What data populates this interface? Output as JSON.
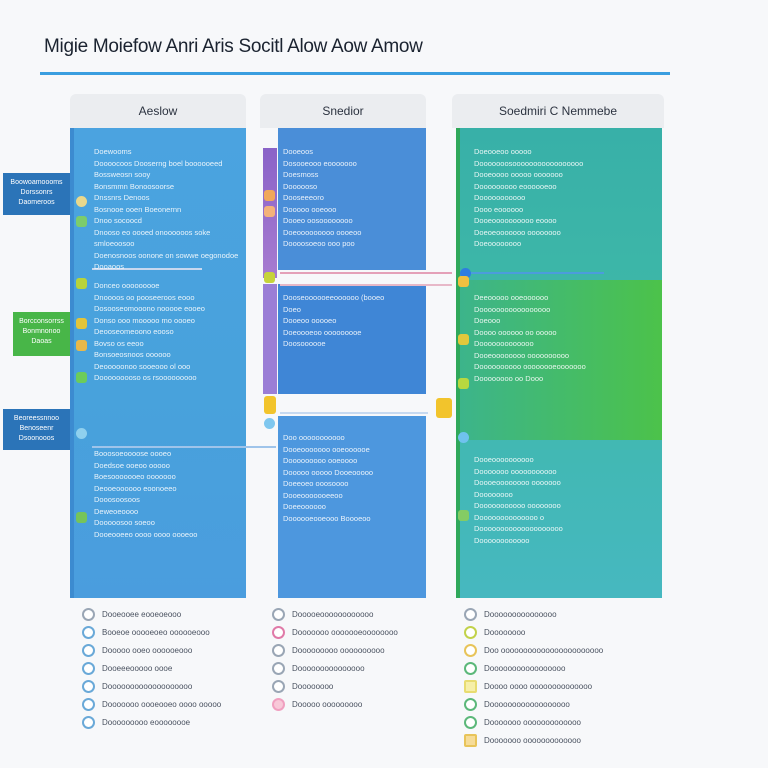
{
  "title": "Migie Moiefow Anri Aris Socitl Alow Aow Amow",
  "columns": [
    {
      "header": "Aeslow"
    },
    {
      "header": "Snedior"
    },
    {
      "header": "Soedmiri C Nemmebe"
    }
  ],
  "side_tags": [
    {
      "lines": [
        "Boowoamoooms",
        "Dorssonrs",
        "Daomeroos"
      ],
      "color": "#2b74b8"
    },
    {
      "lines": [
        "Borcconsorrss",
        "Bonmnonoo",
        "Daoas"
      ],
      "color": "#48b648"
    },
    {
      "lines": [
        "Beoreessnnoo",
        "Benoseenr",
        "Dsoonooos"
      ],
      "color": "#2b74b8"
    }
  ],
  "col1_blocks": [
    [
      "Doewooms",
      "Doooocoos Dooserng boel boooooeed",
      "Bossweosn sooy",
      "Bonsmmn Bonoosoorse",
      "Dnssnrs Denoos",
      "Bosnooe ooen Boeonernn",
      "Dnoo socoocd",
      "Dnooso eo oooed onoooooos soke smloeoosoo",
      "Doenosnoos oonone on sowwe oegonodoe",
      "Dooaoos"
    ],
    [
      "Donceo ooooooooe",
      "Dnoooos oo pooseeroos eooo",
      "Dosooseomooono nooooe eooeo",
      "Donso ooo mooooo mo oooeo",
      "Deooseomeoono eooso",
      "Bovso os eeoo",
      "Bonsoeosnoos oooooo",
      "Deooooonoo sooeooo ol ooo",
      "Dooooooooso os rsooooooooo"
    ],
    [
      "Booosoeoooose oooeo",
      "Doedsoe ooeoo ooooo",
      "Boesooooooeo ooooooo",
      "Deooeoooooo eoonoeeo",
      "Dooosoosoos",
      "Deweoeoooo",
      "Dooooosoo soeoo",
      "Dooeooeeo oooo oooo oooeoo"
    ]
  ],
  "col2_blocks": [
    [
      "Dooeoos",
      "Dosooeooo eooooooo",
      "Doesmoss",
      "Doooooso",
      "Dooseeeoro",
      "Dooooo ooeooo",
      "Dooeo oosoooooooo",
      "Doeooooooooo oooeoo",
      "Doooosoeoo ooo poo"
    ],
    [
      "Dooseoooooeeoooooo (booeo",
      "Doeo",
      "Dooeoo ooooeo",
      "Doeoooeoo ooooooooe",
      "Doosoooooe"
    ],
    [
      "Doo ooooooooooo",
      "Dooeooooooo ooeoooooe",
      "Dooooooooo ooeoooo",
      "Dooooo ooooo Dooeooooo",
      "Doeeoeo ooosoooo",
      "Dooeooooooeeoo",
      "Doeeoooooo",
      "Doooooeooeooo Boooeoo"
    ]
  ],
  "col3_blocks": [
    [
      "Doeooeoo ooooo",
      "Dooooooosooooooooooooooooo",
      "Dooeoooo ooooo ooooooo",
      "Dooooooooo eoooooeoo",
      "Dooooooooooo",
      "Dooo eoooooo",
      "Dooeoooooooooo eoooo",
      "Doeoeooooooo oooooooo",
      "Doeoooooooo"
    ],
    [
      "Deeooooo ooeoooooo",
      "Dooooooooooooooooo",
      "Doeooo",
      "Doooo oooooo oo ooooo",
      "Dooooooooooooo",
      "Dooeoooooooo oooooooooo",
      "Doooooooooo oooooooeooooooo",
      "Doooooooo oo Dooo"
    ],
    [
      "Dooeoooooooooo",
      "Dooooooo ooooooooooo",
      "Doooeoooooooo ooooooo",
      "Doooooooo",
      "Dooooooooooo oooooooo",
      "Doooooooooooooo o",
      "Doooooooooooooooooooo",
      "Doooooooooooo"
    ]
  ],
  "legend_col1": [
    "Dooeooee eooeoeooo",
    "Booeoe ooooeoeo oooooeooo",
    "Dooooo ooeo oooooeooo",
    "Dooeeeooooo oooe",
    "Dooooooooooooooooooo",
    "Dooooooo oooeooeo oooo ooooo",
    "Dooooooooo eoooooooe"
  ],
  "legend_col2": [
    "Dooooeoooooooooooo",
    "Dooooooo ooooooeoooooooo",
    "Dooooooooo oooooooooo",
    "Dooooooooooooooo",
    "Doooooooo",
    "Dooooo ooooooooo"
  ],
  "legend_col3": [
    "Dooooooooooooooo",
    "Doooooooo",
    "Doo ooooooooooooooooooooooo",
    "Dooooooooooooooooo",
    "Doooo oooo oooooooooooooo",
    "Doooooooooooooooooo",
    "Dooooooo ooooooooooooo",
    "Dooooooo ooooooooooooo"
  ],
  "colors": {
    "col1": "#4b9fdc",
    "col2_top": "#4a90dc",
    "col3": "#3bb3b0",
    "green": "#4cbf4c",
    "title_rule": "#3a9ee0"
  }
}
